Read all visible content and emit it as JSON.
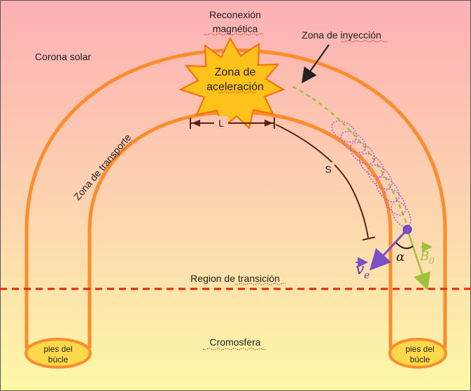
{
  "labels": {
    "reconexion_1": "Reconexión",
    "reconexion_2": "magnética",
    "zona_inyeccion": "Zona de inyección",
    "corona_solar": "Corona solar",
    "zona_aceleracion_1": "Zona de",
    "zona_aceleracion_2": "aceleración",
    "zona_transporte": "Zona de transporte",
    "L": "L",
    "S": "S",
    "region_transicion": "Region de transición",
    "cromosfera": "Cromosfera",
    "pies_izq_1": "pies del",
    "pies_izq_2": "búcle",
    "pies_der_1": "pies del",
    "pies_der_2": "búcle",
    "alpha": "α",
    "ve": "v",
    "ve_sub": "e",
    "B0": "B",
    "B0_sub": "0"
  },
  "colors": {
    "sky_top": "#fdb0b4",
    "sky_bottom": "#fdf9a6",
    "loop": "#ff8c2a",
    "loop_fill": "#ffd08a",
    "star_fill": "#ffc21a",
    "star_stroke": "#ff6a00",
    "transition_line": "#e8250c",
    "ruler": "#5a2210",
    "field_line": "#9fc23a",
    "spiral": "#b05ad6",
    "electron": "#7b4fc8",
    "underline": "#e8250c"
  }
}
